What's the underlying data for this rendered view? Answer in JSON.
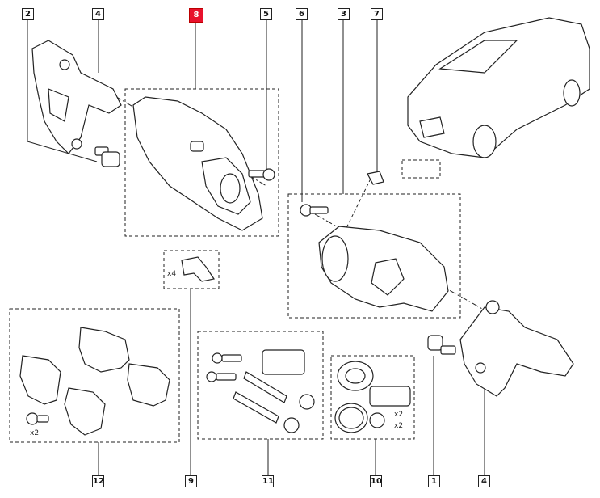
{
  "callouts": {
    "c1": "1",
    "c2": "2",
    "c3": "3",
    "c4a": "4",
    "c4b": "4",
    "c5": "5",
    "c6": "6",
    "c7": "7",
    "c8": "8",
    "c9": "9",
    "c10": "10",
    "c11": "11",
    "c12": "12"
  },
  "highlighted_callout": "8",
  "quantities": {
    "pins_x4": "x4",
    "pads_bolts_x2": "x2",
    "seal_x2_a": "x2",
    "seal_x2_b": "x2"
  },
  "colors": {
    "highlight": "#e8112d",
    "line": "#222222"
  }
}
